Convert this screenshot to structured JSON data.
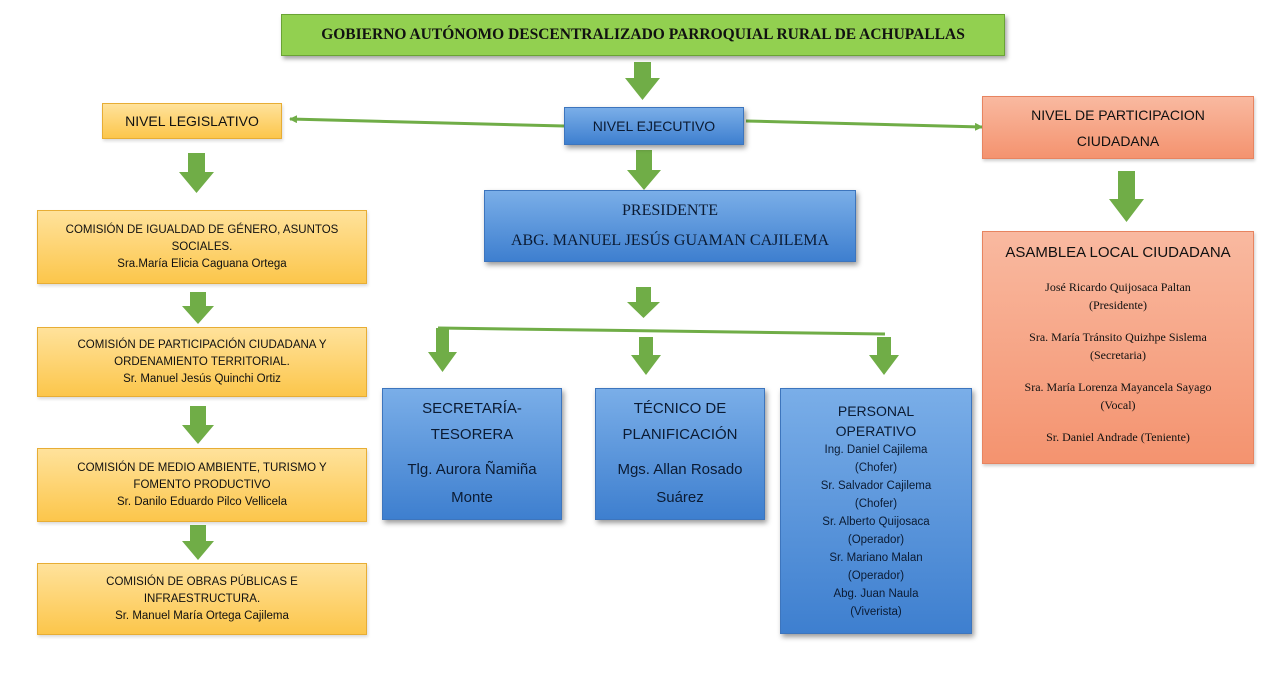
{
  "title": "GOBIERNO AUTÓNOMO DESCENTRALIZADO PARROQUIAL RURAL DE ACHUPALLAS",
  "legislativo": {
    "header": "NIVEL LEGISLATIVO",
    "comisiones": [
      {
        "line1": "COMISIÓN DE IGUALDAD DE GÉNERO, ASUNTOS",
        "line2": "SOCIALES.",
        "member": "Sra.María Elicia Caguana Ortega"
      },
      {
        "line1": "COMISIÓN DE PARTICIPACIÓN CIUDADANA Y",
        "line2": "ORDENAMIENTO TERRITORIAL.",
        "member": "Sr. Manuel Jesús Quinchi Ortiz"
      },
      {
        "line1": "COMISIÓN DE MEDIO AMBIENTE, TURISMO Y",
        "line2": "FOMENTO PRODUCTIVO",
        "member": "Sr. Danilo Eduardo Pilco Vellicela"
      },
      {
        "line1": "COMISIÓN DE OBRAS PÚBLICAS E",
        "line2": "INFRAESTRUCTURA.",
        "member": "Sr. Manuel María Ortega Cajilema"
      }
    ]
  },
  "ejecutivo": {
    "header": "NIVEL EJECUTIVO",
    "presidente": {
      "role": "PRESIDENTE",
      "name": "ABG. MANUEL JESÚS GUAMAN CAJILEMA"
    },
    "secretaria": {
      "title1": "SECRETARÍA-",
      "title2": "TESORERA",
      "name1": "Tlg. Aurora Ñamiña",
      "name2": "Monte"
    },
    "tecnico": {
      "title1": "TÉCNICO DE",
      "title2": "PLANIFICACIÓN",
      "name1": "Mgs. Allan Rosado",
      "name2": "Suárez"
    },
    "personal": {
      "title1": "PERSONAL",
      "title2": "OPERATIVO",
      "lines": [
        "Ing. Daniel Cajilema",
        "(Chofer)",
        "Sr. Salvador Cajilema",
        "(Chofer)",
        "Sr. Alberto Quijosaca",
        "(Operador)",
        "Sr. Mariano Malan",
        "(Operador)",
        "Abg. Juan Naula",
        "(Viverista)"
      ]
    }
  },
  "participacion": {
    "header1": "NIVEL DE PARTICIPACION",
    "header2": "CIUDADANA",
    "asamblea": {
      "title": "ASAMBLEA LOCAL CIUDADANA",
      "members": [
        {
          "name": "José Ricardo Quijosaca Paltan",
          "role": "(Presidente)"
        },
        {
          "name": "Sra. María Tránsito Quizhpe Sislema",
          "role": "(Secretaria)"
        },
        {
          "name": "Sra. María Lorenza Mayancela Sayago",
          "role": "(Vocal)"
        },
        {
          "name": "Sr. Daniel Andrade (Teniente)",
          "role": ""
        }
      ]
    }
  },
  "colors": {
    "connector_green": "#70ad47",
    "title_green": "#92d050",
    "box_orange": "#fcc64b",
    "box_blue": "#4a8bd6",
    "box_salmon": "#f4936f"
  }
}
